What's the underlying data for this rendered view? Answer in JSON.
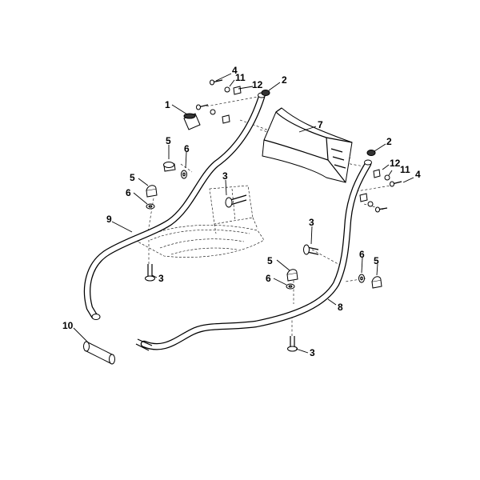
{
  "callouts": [
    {
      "id": "c-1",
      "text": "1"
    },
    {
      "id": "c-2a",
      "text": "2"
    },
    {
      "id": "c-2b",
      "text": "2"
    },
    {
      "id": "c-3a",
      "text": "3"
    },
    {
      "id": "c-3b",
      "text": "3"
    },
    {
      "id": "c-3c",
      "text": "3"
    },
    {
      "id": "c-3d",
      "text": "3"
    },
    {
      "id": "c-4a",
      "text": "4"
    },
    {
      "id": "c-4b",
      "text": "4"
    },
    {
      "id": "c-5a",
      "text": "5"
    },
    {
      "id": "c-5b",
      "text": "5"
    },
    {
      "id": "c-5c",
      "text": "5"
    },
    {
      "id": "c-5d",
      "text": "5"
    },
    {
      "id": "c-6a",
      "text": "6"
    },
    {
      "id": "c-6b",
      "text": "6"
    },
    {
      "id": "c-6c",
      "text": "6"
    },
    {
      "id": "c-6d",
      "text": "6"
    },
    {
      "id": "c-7",
      "text": "7"
    },
    {
      "id": "c-8",
      "text": "8"
    },
    {
      "id": "c-9",
      "text": "9"
    },
    {
      "id": "c-10",
      "text": "10"
    },
    {
      "id": "c-11a",
      "text": "11"
    },
    {
      "id": "c-11b",
      "text": "11"
    },
    {
      "id": "c-12a",
      "text": "12"
    },
    {
      "id": "c-12b",
      "text": "12"
    }
  ]
}
